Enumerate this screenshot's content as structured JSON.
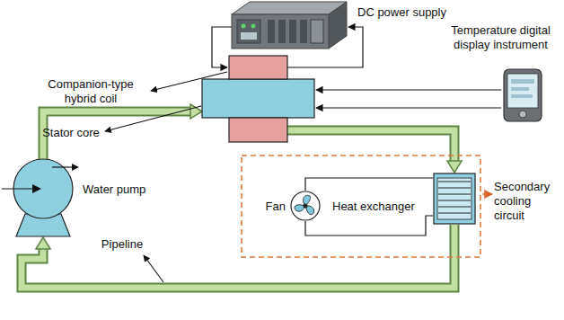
{
  "diagram": {
    "nodes": [
      {
        "text": [
          "DC power supply"
        ]
      },
      {
        "text": [
          "Temperature digital display instrument"
        ]
      },
      {
        "text": [
          "Water pump"
        ]
      },
      {
        "text": [
          "Secondary cooling circuit"
        ]
      },
      {
        "text": [
          "Fan"
        ],
        "in": 3
      },
      {
        "text": [
          "Heat exchanger"
        ],
        "in": 3
      }
    ],
    "edges": [
      {
        "from": 5,
        "to": 2,
        "arrow": "to"
      },
      {
        "from": 4,
        "to": 5,
        "arrow": "none"
      }
    ],
    "labels": [
      "Companion-type hybrid coil",
      "Stator core",
      "Pipeline"
    ]
  }
}
